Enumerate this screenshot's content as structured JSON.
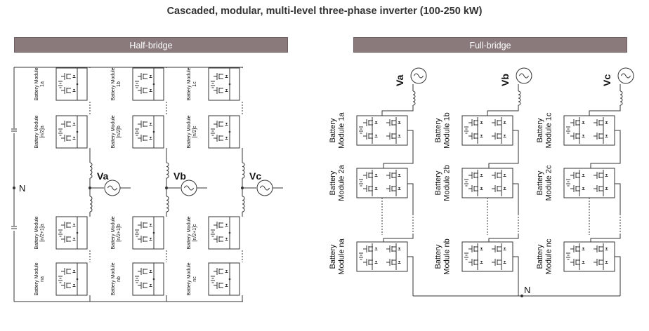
{
  "title": "Cascaded, modular, multi-level three-phase inverter (100-250 kW)",
  "half_bridge": {
    "label": "Half-bridge",
    "neutral": "N",
    "phases": [
      {
        "voltage": "Va",
        "upper": [
          "Battery Module\n1a",
          "Battery Module\n[n/2]a"
        ],
        "lower": [
          "Battery Module\n[n/2+1]a",
          "Battery Module\nna"
        ]
      },
      {
        "voltage": "Vb",
        "upper": [
          "Battery Module\n1b",
          "Battery Module\n[n/2]b"
        ],
        "lower": [
          "Battery Module\n[n/2+1]b",
          "Battery Module\nnb"
        ]
      },
      {
        "voltage": "Vc",
        "upper": [
          "Battery Module\n1c",
          "Battery Module\n[n/2]c"
        ],
        "lower": [
          "Battery Module\n[n/2+1]c",
          "Battery Module\nnc"
        ]
      }
    ]
  },
  "full_bridge": {
    "label": "Full-bridge",
    "neutral": "N",
    "phases": [
      {
        "voltage": "Va",
        "modules": [
          "Battery\nModule 1a",
          "Battery\nModule 2a",
          "Battery\nModule na"
        ]
      },
      {
        "voltage": "Vb",
        "modules": [
          "Battery\nModule 1b",
          "Battery\nModule 2b",
          "Battery\nModule nb"
        ]
      },
      {
        "voltage": "Vc",
        "modules": [
          "Battery\nModule 1c",
          "Battery\nModule 2c",
          "Battery\nModule nc"
        ]
      }
    ]
  },
  "colors": {
    "banner": "#8a7a7c",
    "line": "#333333"
  }
}
